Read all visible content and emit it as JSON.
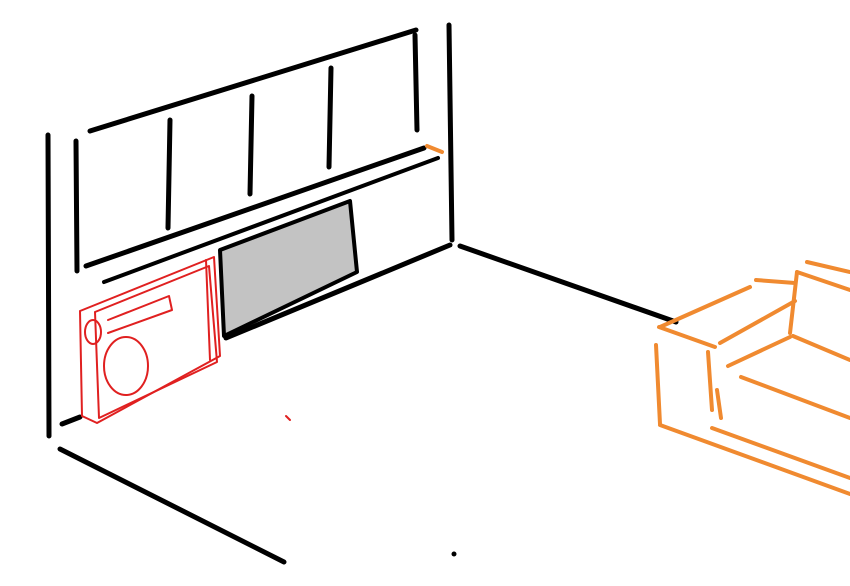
{
  "colors": {
    "background": "#ffffff",
    "structure_ink": "#000000",
    "tv_cabinet_ink": "#e02020",
    "sofa_ink": "#f08a30",
    "tv_screen_fill": "#c3c3c3"
  },
  "sketch": {
    "elements": [
      "room-walls",
      "upper-wall-panel",
      "tv-screen",
      "tv-cabinet",
      "sofa"
    ]
  }
}
